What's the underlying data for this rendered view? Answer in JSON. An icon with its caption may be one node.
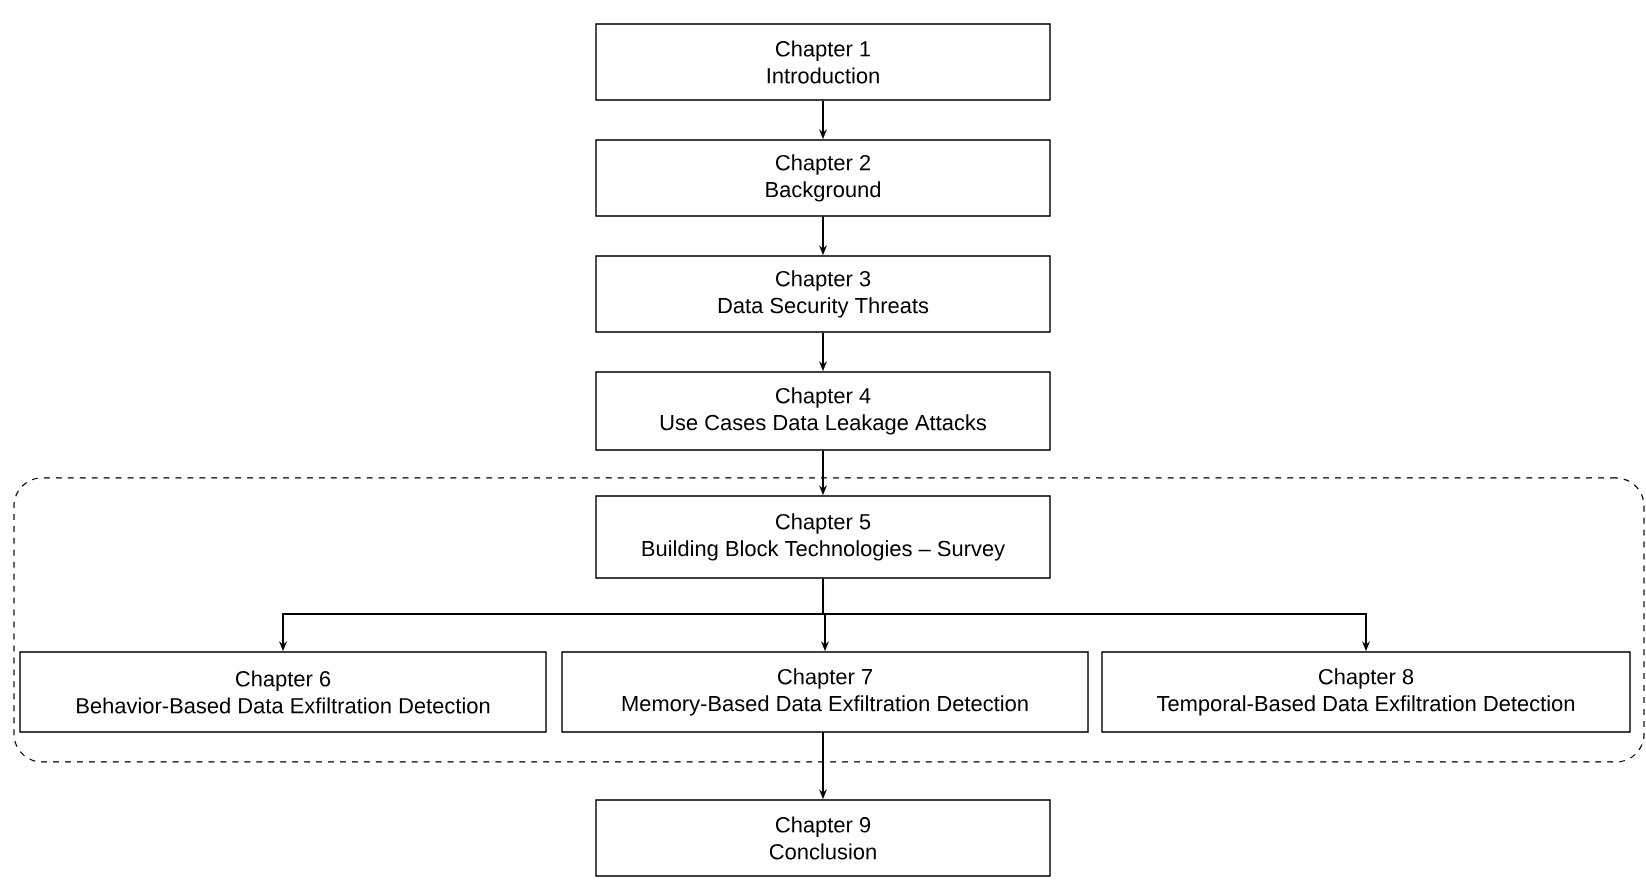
{
  "diagram": {
    "nodes": [
      {
        "text": [
          "Chapter 1",
          "Introduction"
        ]
      },
      {
        "text": [
          "Chapter 2",
          "Background"
        ]
      },
      {
        "text": [
          "Chapter 3",
          "Data Security Threats"
        ]
      },
      {
        "text": [
          "Chapter 4",
          "Use Cases Data Leakage Attacks"
        ]
      },
      {
        "text": [],
        "shape": "box"
      },
      {
        "text": [
          "Chapter 5",
          "Building Block Technologies – Survey"
        ],
        "in": 4
      },
      {
        "text": [
          "Chapter 6",
          "Behavior-Based Data Exfiltration Detection"
        ],
        "in": 4
      },
      {
        "text": [
          "Chapter 7",
          "Memory-Based Data Exfiltration Detection"
        ],
        "in": 4
      },
      {
        "text": [
          "Chapter 8",
          "Temporal-Based Data Exfiltration Detection"
        ],
        "in": 4
      },
      {
        "text": [
          "Chapter 9",
          "Conclusion"
        ]
      }
    ],
    "edges": [
      {
        "from": 0,
        "to": 1,
        "arrow": "to"
      },
      {
        "from": 1,
        "to": 2,
        "arrow": "to"
      },
      {
        "from": 2,
        "to": 3,
        "arrow": "to"
      },
      {
        "from": 3,
        "to": 5,
        "arrow": "to"
      },
      {
        "from": 5,
        "to": 6,
        "arrow": "to"
      },
      {
        "from": 5,
        "to": 7,
        "arrow": "to"
      },
      {
        "from": 5,
        "to": 8,
        "arrow": "to"
      },
      {
        "from": 7,
        "to": 9,
        "arrow": "to"
      }
    ]
  }
}
